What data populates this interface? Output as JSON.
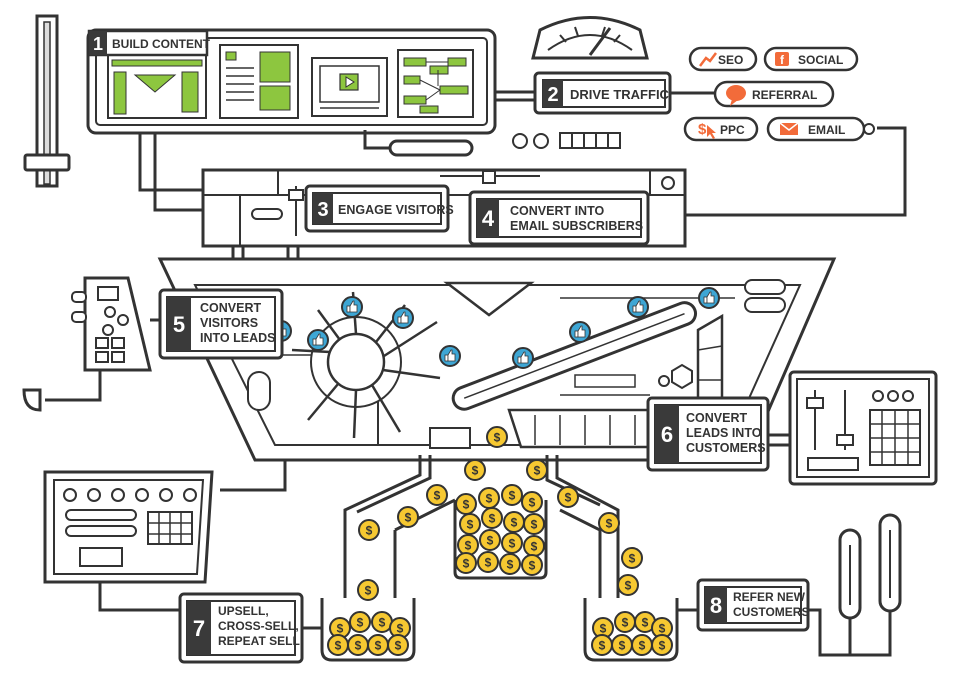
{
  "steps": {
    "s1": {
      "num": "1",
      "lines": [
        "BUILD CONTENT"
      ]
    },
    "s2": {
      "num": "2",
      "lines": [
        "DRIVE TRAFFIC"
      ]
    },
    "s3": {
      "num": "3",
      "lines": [
        "ENGAGE VISITORS"
      ]
    },
    "s4": {
      "num": "4",
      "lines": [
        "CONVERT INTO",
        "EMAIL SUBSCRIBERS"
      ]
    },
    "s5": {
      "num": "5",
      "lines": [
        "CONVERT",
        "VISITORS",
        "INTO LEADS"
      ]
    },
    "s6": {
      "num": "6",
      "lines": [
        "CONVERT",
        "LEADS INTO",
        "CUSTOMERS"
      ]
    },
    "s7": {
      "num": "7",
      "lines": [
        "UPSELL,",
        "CROSS-SELL,",
        "REPEAT SELL"
      ]
    },
    "s8": {
      "num": "8",
      "lines": [
        "REFER NEW",
        "CUSTOMERS"
      ]
    }
  },
  "channels": {
    "seo": "SEO",
    "social": "SOCIAL",
    "referral": "REFERRAL",
    "ppc": "PPC",
    "email": "EMAIL"
  },
  "icons": {
    "seo": "trend-chart-icon",
    "social": "facebook-icon",
    "referral": "speech-bubble-icon",
    "ppc": "dollar-cursor-icon",
    "email": "envelope-icon",
    "coin": "dollar-coin-icon",
    "thumb": "thumbs-up-icon"
  },
  "colors": {
    "stroke": "#333333",
    "green": "#8dc63f",
    "orange": "#f26b3a",
    "coin": "#f6c831",
    "teal": "#3ea6d4",
    "dark": "#3a3a3a"
  }
}
